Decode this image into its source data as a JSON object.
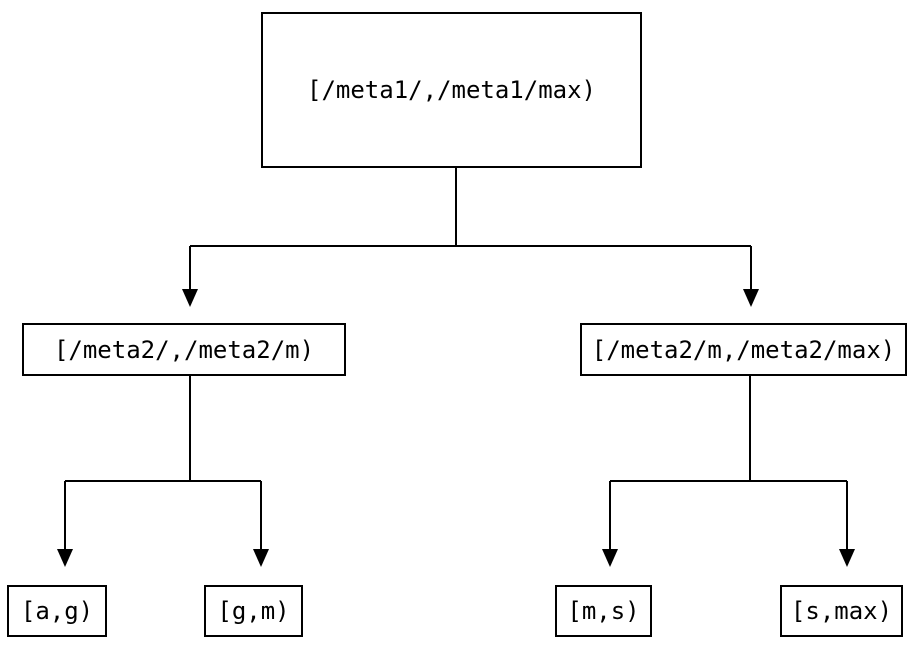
{
  "diagram": {
    "background_color": "#ffffff",
    "line_color": "#000000",
    "text_color": "#000000",
    "nodes": {
      "root": {
        "label": "[/meta1/,/meta1/max)"
      },
      "left": {
        "label": "[/meta2/,/meta2/m)"
      },
      "right": {
        "label": "[/meta2/m,/meta2/max)"
      },
      "leaf_ag": {
        "label": "[a,g)"
      },
      "leaf_gm": {
        "label": "[g,m)"
      },
      "leaf_ms": {
        "label": "[m,s)"
      },
      "leaf_smax": {
        "label": "[s,max)"
      }
    }
  }
}
